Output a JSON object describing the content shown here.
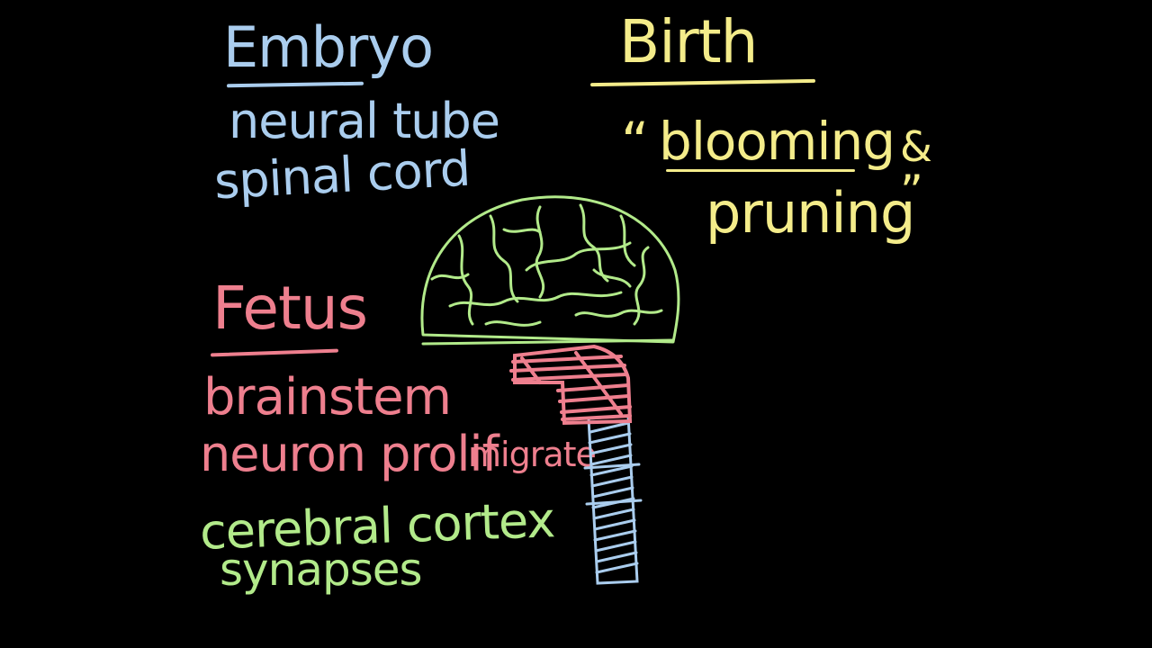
{
  "colors": {
    "background": "#000000",
    "blue": "#aacdee",
    "yellow": "#f4ec8a",
    "pink": "#ee7f8e",
    "green": "#b2ea8a"
  },
  "embryo": {
    "heading": "Embryo",
    "line1": "neural tube",
    "line2": "spinal cord"
  },
  "birth": {
    "heading": "Birth",
    "quote_open": "“",
    "word1": "blooming",
    "amp": "&",
    "word2": "pruning",
    "quote_close": "”"
  },
  "fetus": {
    "heading": "Fetus",
    "line1": "brainstem",
    "line2a": "neuron prolif",
    "line2b": "migrate",
    "line3": "cerebral cortex",
    "line4": "synapses"
  }
}
